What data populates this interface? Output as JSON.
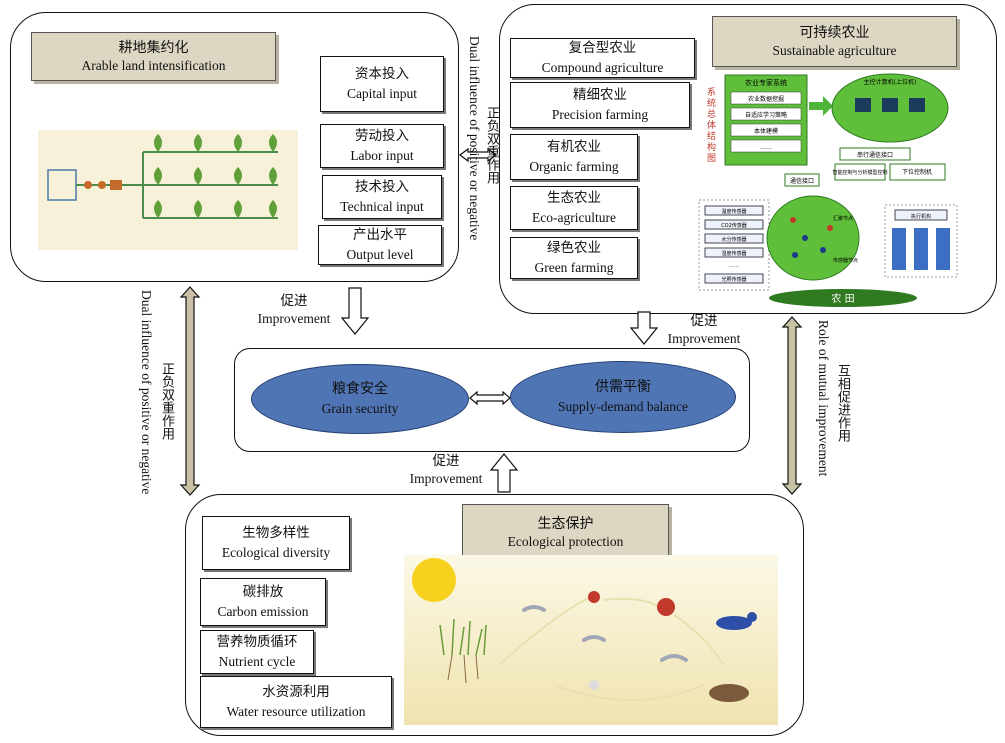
{
  "arable": {
    "title_zh": "耕地集约化",
    "title_en": "Arable land intensification",
    "items": [
      {
        "zh": "资本投入",
        "en": "Capital input"
      },
      {
        "zh": "劳动投入",
        "en": "Labor input"
      },
      {
        "zh": "技术投入",
        "en": "Technical input"
      },
      {
        "zh": "产出水平",
        "en": "Output level"
      }
    ]
  },
  "sustainable": {
    "title_zh": "可持续农业",
    "title_en": "Sustainable agriculture",
    "items": [
      {
        "zh": "复合型农业",
        "en": "Compound agriculture"
      },
      {
        "zh": "精细农业",
        "en": "Precision farming"
      },
      {
        "zh": "有机农业",
        "en": "Organic farming"
      },
      {
        "zh": "生态农业",
        "en": "Eco-agriculture"
      },
      {
        "zh": "绿色农业",
        "en": "Green farming"
      }
    ],
    "schematic": {
      "vertical_title": "系统总体结构图",
      "expert_system": "农业专家系统",
      "expert_items": [
        "农业数据挖掘",
        "自适应学习策略",
        "本体建模",
        "……"
      ],
      "computer": "主控计算机(上位机)",
      "serial": "串行通信接口",
      "mid_ctrl": "智能控制与分析模型控制",
      "lower": "下位控制机",
      "comm": "通信接口",
      "sensors": [
        "温度传感器",
        "CO2传感器",
        "水分传感器",
        "湿度传感器",
        "……",
        "光照传感器"
      ],
      "exec": "执行机构",
      "node_a": "汇聚节点",
      "node_b": "传感器节点",
      "field": "农 田"
    }
  },
  "ecological": {
    "title_zh": "生态保护",
    "title_en": "Ecological protection",
    "items": [
      {
        "zh": "生物多样性",
        "en": "Ecological diversity"
      },
      {
        "zh": "碳排放",
        "en": "Carbon emission"
      },
      {
        "zh": "营养物质循环",
        "en": "Nutrient cycle"
      },
      {
        "zh": "水资源利用",
        "en": "Water resource utilization"
      }
    ]
  },
  "center": {
    "grain_zh": "粮食安全",
    "grain_en": "Grain security",
    "supply_zh": "供需平衡",
    "supply_en": "Supply-demand balance"
  },
  "arrows": {
    "improve_zh": "促进",
    "improve_en": "Improvement",
    "dual_en": "Dual influence of positive or negative",
    "dual_zh": "正负双重作用",
    "mutual_en": "Role of mutual improvement",
    "mutual_zh": "互相促进作用"
  },
  "colors": {
    "ellipse": "#4f75b5",
    "title_bg": "#dcd6c2",
    "arrow_fill": "#c9c1a6",
    "green": "#4fb43a"
  }
}
